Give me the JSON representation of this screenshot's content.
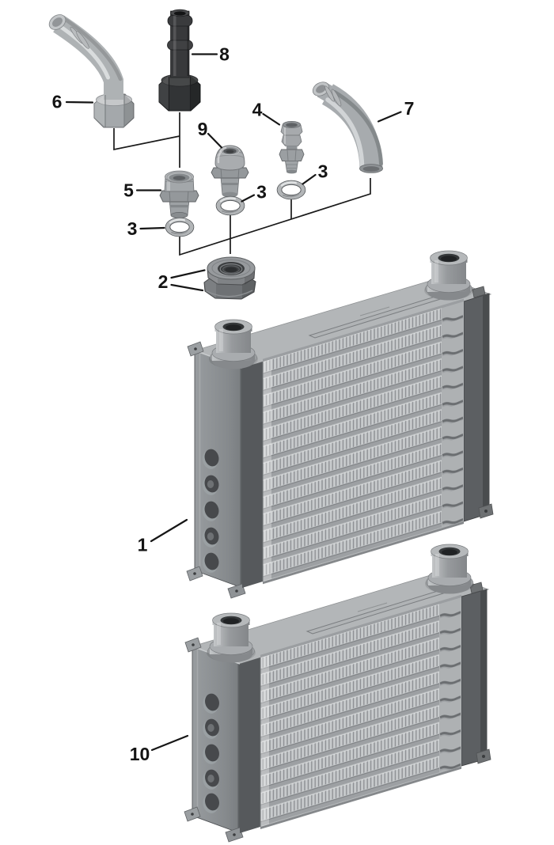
{
  "diagram": {
    "type": "exploded-parts-diagram",
    "subject": "Engine oil cooler kit: two oil cooler cores, hose fittings, threaded adapters, O-rings and mounting nuts",
    "background": "#ffffff",
    "callouts": [
      {
        "label": "1",
        "part": "oil-cooler-13-row"
      },
      {
        "label": "2",
        "part": "mounting-lock-nuts-pair"
      },
      {
        "label": "3",
        "part": "o-ring-left"
      },
      {
        "label": "3",
        "part": "o-ring-middle"
      },
      {
        "label": "3",
        "part": "o-ring-right"
      },
      {
        "label": "4",
        "part": "short-hose-barb-fitting"
      },
      {
        "label": "5",
        "part": "threaded-adapter-front"
      },
      {
        "label": "6",
        "part": "90-degree-elbow-hose-fitting"
      },
      {
        "label": "7",
        "part": "curved-elbow-hose-fitting"
      },
      {
        "label": "8",
        "part": "straight-hose-fitting"
      },
      {
        "label": "9",
        "part": "threaded-adapter-rear"
      },
      {
        "label": "10",
        "part": "oil-cooler-10-row"
      }
    ],
    "parts": {
      "oil_cooler_upper": {
        "fin_rows": 13,
        "ports": 2,
        "side_holes": 5
      },
      "oil_cooler_lower": {
        "fin_rows": 10,
        "ports": 2,
        "side_holes": 5
      },
      "o_ring_count": 3,
      "lock_nut_count": 2
    },
    "colors": {
      "outline": "#1a1a1a",
      "callout_text": "#141414",
      "metal_light": "#c7cacc",
      "metal_mid": "#a7abae",
      "metal_plate": "#8b8f92",
      "metal_dark": "#56595c",
      "fitting_dark": "#323436"
    }
  }
}
